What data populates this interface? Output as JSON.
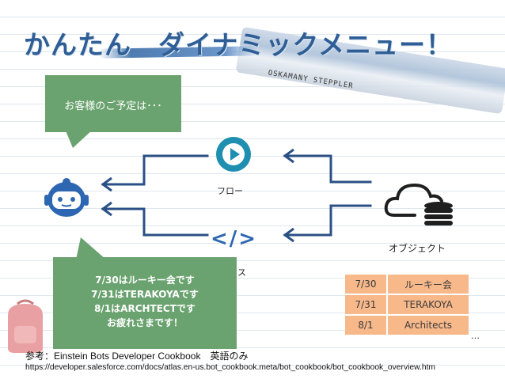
{
  "title": "かんたん　ダイナミックメニュー！",
  "pencil_text": "OSKAMANY  STEPPLER",
  "bubble_top": {
    "text": "お客様のご予定は･･･"
  },
  "bubble_bottom": {
    "lines": [
      "7/30はルーキー会です",
      "7/31はTERAKOYAです",
      "8/1はARCHTECTです",
      "お疲れさまです！"
    ]
  },
  "nodes": {
    "flow_label": "フロー",
    "hidden_label": "ス",
    "object_label": "オブジェクト",
    "code_symbol": "</>"
  },
  "table": {
    "rows": [
      {
        "date": "7/30",
        "event": "ルーキー会"
      },
      {
        "date": "7/31",
        "event": "TERAKOYA"
      },
      {
        "date": "8/1",
        "event": "Architects"
      }
    ],
    "more": "…"
  },
  "reference": {
    "line": "参考：Einstein Bots Developer Cookbook　英語のみ",
    "url": "https://developer.salesforce.com/docs/atlas.en-us.bot_cookbook.meta/bot_cookbook/bot_cookbook_overview.htm"
  },
  "colors": {
    "title": "#2e5e95",
    "bubble": "#6aa36f",
    "arrow": "#2a5085",
    "table_cell": "#f7b88a",
    "flow_icon": "#1e8fb0",
    "code_icon": "#2e67b1"
  },
  "icons": [
    "bot-avatar-icon",
    "play-flow-icon",
    "code-icon",
    "cloud-database-icon",
    "backpack-icon"
  ]
}
